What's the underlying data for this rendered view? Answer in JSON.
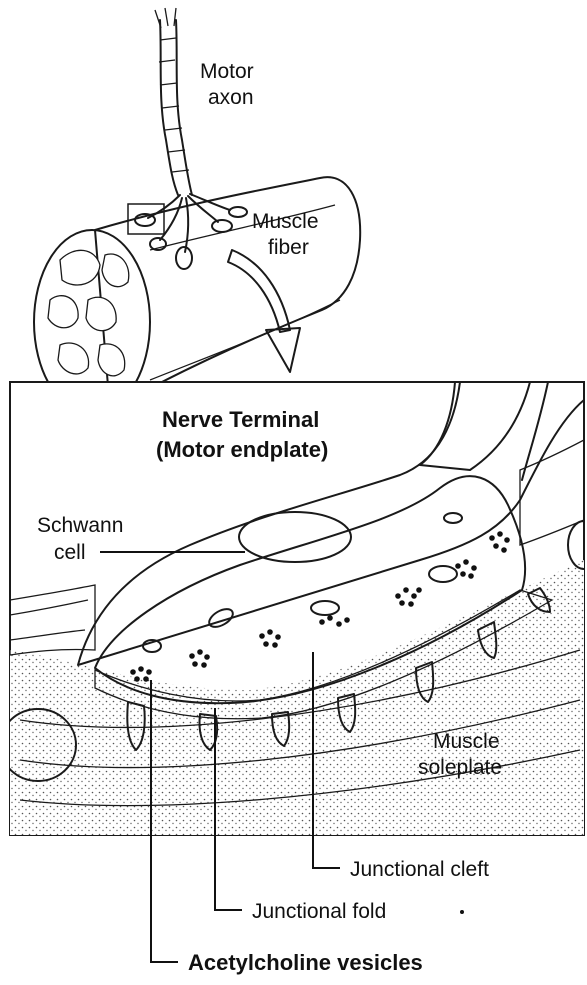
{
  "labels": {
    "motor_axon_line1": "Motor",
    "motor_axon_line2": "axon",
    "muscle_fiber_line1": "Muscle",
    "muscle_fiber_line2": "fiber",
    "inset_title_line1": "Nerve Terminal",
    "inset_title_line2": "(Motor endplate)",
    "schwann_line1": "Schwann",
    "schwann_line2": "cell",
    "soleplate_line1": "Muscle",
    "soleplate_line2": "soleplate",
    "junctional_cleft": "Junctional cleft",
    "junctional_fold": "Junctional fold",
    "acetylcholine_vesicles": "Acetylcholine vesicles"
  },
  "colors": {
    "ink": "#1a1a1a",
    "stipple": "#555555",
    "background": "#ffffff"
  }
}
